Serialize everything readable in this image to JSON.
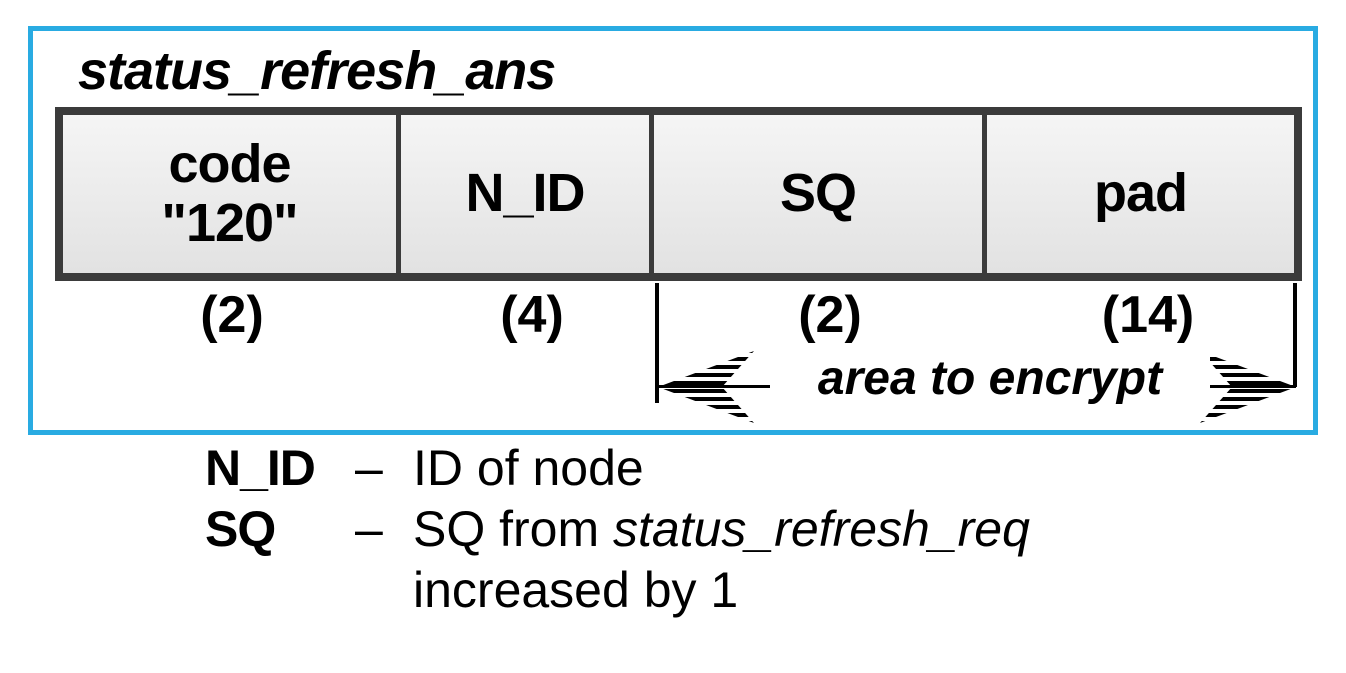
{
  "figure": {
    "title": "status_refresh_ans",
    "packet": {
      "fields": [
        {
          "label": "code",
          "value": "\"120\"",
          "size": "(2)"
        },
        {
          "label": "N_ID",
          "value": "",
          "size": "(4)"
        },
        {
          "label": "SQ",
          "value": "",
          "size": "(2)"
        },
        {
          "label": "pad",
          "value": "",
          "size": "(14)"
        }
      ],
      "encrypt_label": "area to encrypt"
    },
    "legend": {
      "row1": {
        "term": "N_ID",
        "sep": "–",
        "definition": "ID of node"
      },
      "row2": {
        "term": "SQ",
        "sep": "–",
        "definition_prefix": "SQ from ",
        "definition_italic": "status_refresh_req"
      },
      "row3": {
        "term": "",
        "sep": "",
        "definition": "increased by 1"
      }
    },
    "colors": {
      "frame_border": "#29abe2",
      "packet_border": "#3b3b3b",
      "cell_fill_top": "#f5f5f5",
      "cell_fill_bottom": "#e2e2e2",
      "text": "#000000"
    }
  }
}
